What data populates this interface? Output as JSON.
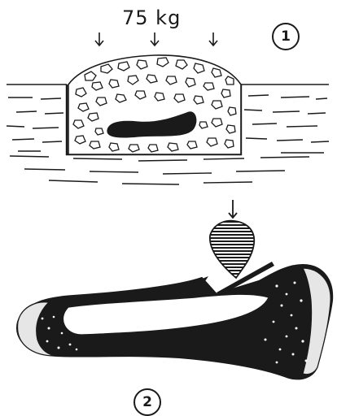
{
  "figure": {
    "weight_label": "75 kg",
    "step_one": "1",
    "step_two": "2"
  },
  "colors": {
    "ink": "#1a1a1a",
    "marrow": "#e6e6e6",
    "paper": "#ffffff"
  }
}
